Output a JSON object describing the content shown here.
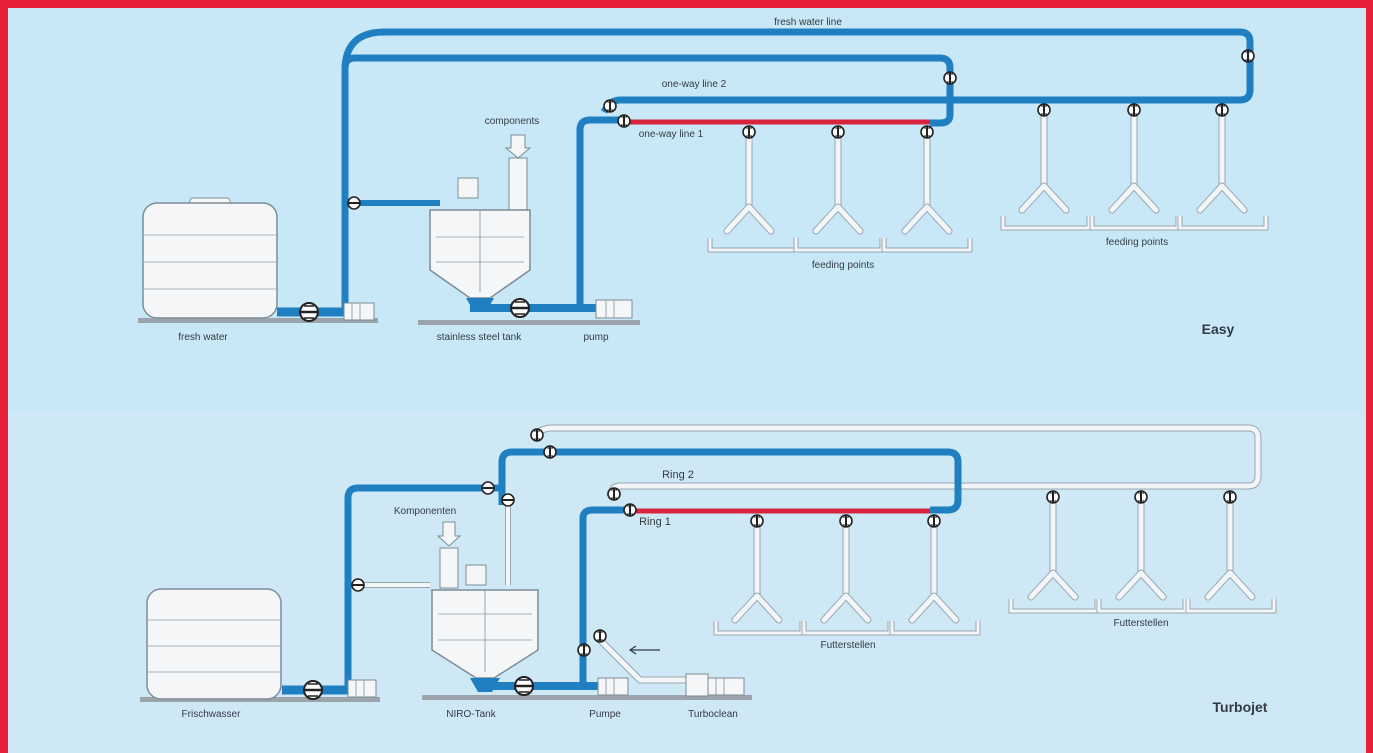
{
  "colors": {
    "frame": "#e8213a",
    "panel_top": "#c9e8f7",
    "panel_bottom": "#cfe8f6",
    "water_pipe": "#1f7fc0",
    "ring_pipe_red": "#d8233f",
    "idle_pipe": "#f2f6f8",
    "equipment": "#f4f6f7",
    "outline": "#7c8c96",
    "text": "#333b42"
  },
  "top_panel": {
    "variant": "Easy",
    "labels": {
      "fresh_water_line": "fresh water line",
      "one_way_line_2": "one-way line 2",
      "one_way_line_1": "one-way line 1",
      "components": "components",
      "fresh_water": "fresh water",
      "stainless_steel_tank": "stainless steel tank",
      "pump": "pump",
      "feeding_points_left": "feeding points",
      "feeding_points_right": "feeding points"
    }
  },
  "bottom_panel": {
    "variant": "Turbojet",
    "labels": {
      "ring_2": "Ring 2",
      "ring_1": "Ring 1",
      "components": "Komponenten",
      "fresh_water": "Frischwasser",
      "tank": "NIRO-Tank",
      "pump": "Pumpe",
      "turboclean": "Turboclean",
      "feeding_points_left": "Futterstellen",
      "feeding_points_right": "Futterstellen"
    }
  },
  "icons": [
    "valve-icon",
    "arrow-down-icon",
    "arrow-left-icon"
  ]
}
